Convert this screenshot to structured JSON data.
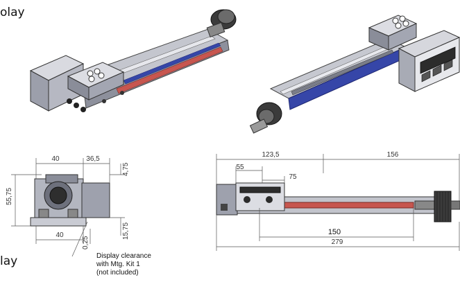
{
  "fragments": {
    "top_left": "olay",
    "bottom_left": "lay"
  },
  "side_view": {
    "dims": {
      "w40_top": "40",
      "w36_5": "36,5",
      "h4_75": "4,75",
      "h55_75": "55,75",
      "w40_bottom": "40",
      "h0_25": "0,25",
      "h15_75": "15,75"
    },
    "note_lines": [
      "Display clearance",
      "with Mtg. Kit 1",
      "(not included)"
    ]
  },
  "front_view": {
    "dims": {
      "d123_5": "123,5",
      "d156": "156",
      "d55": "55",
      "d75": "75",
      "d150": "150",
      "d279": "279"
    }
  },
  "colors": {
    "slide_body": "#b9bbc4",
    "slide_dark": "#6e7280",
    "red_strip": "#c7564f",
    "blue_strip": "#3646a8",
    "dim_line": "#555555"
  }
}
